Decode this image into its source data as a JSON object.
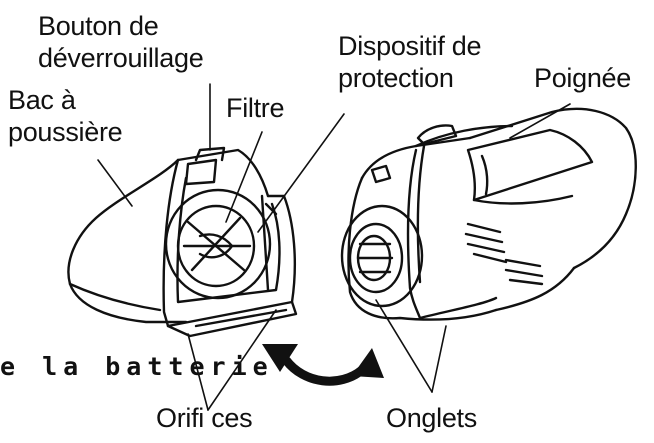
{
  "labels": {
    "unlock_button": "Bouton de\ndéverrouillage",
    "dust_bin": "Bac à\npoussière",
    "filter": "Filtre",
    "protection": "Dispositif de\nprotection",
    "handle": "Poignée",
    "battery_fragment": "e la batterie",
    "holes": "Orifi ces",
    "tabs": "Onglets"
  },
  "colors": {
    "line": "#111111",
    "background": "#ffffff"
  },
  "icons": {
    "attach_arrow": "curved-double-arrow-icon"
  }
}
